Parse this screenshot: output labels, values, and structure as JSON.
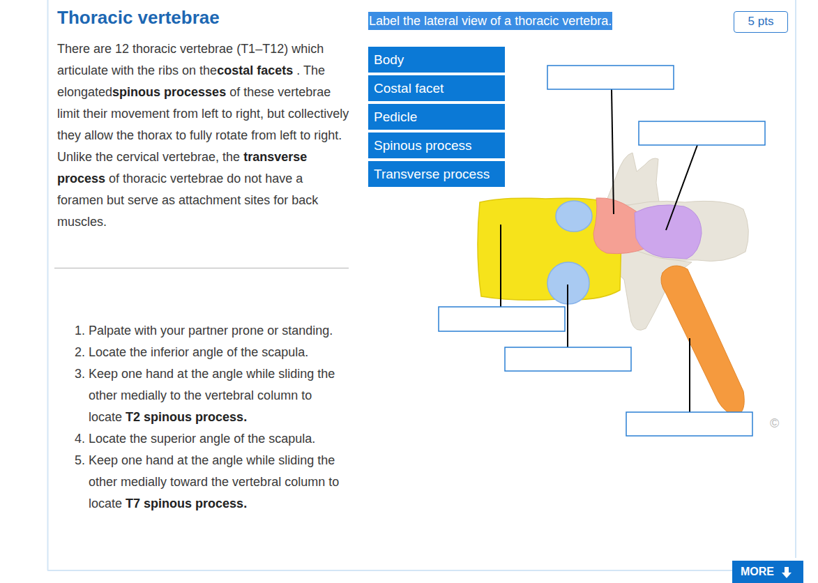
{
  "diagram": {
    "title": "Thoracic vertebrae",
    "nodes": [
      {
        "text": [
          "5 pts"
        ]
      },
      {
        "text": [
          "Body"
        ]
      },
      {
        "text": [
          "Costal facet"
        ]
      },
      {
        "text": [
          "Pedicle"
        ]
      },
      {
        "text": [
          "Spinous process"
        ]
      },
      {
        "text": [
          "Transverse process"
        ]
      },
      {
        "text": [
          "MORE"
        ]
      }
    ],
    "labels": [
      "Label the lateral view of a thoracic vertebra.",
      "There are 12 thoracic vertebrae (T1–T12) which articulate with the ribs on the",
      "costal facets",
      ". The elongated",
      "spinous processes",
      "of these vertebrae limit their movement from left to right, but collectively they allow the thorax to fully rotate from left to right. Unlike the cervical vertebrae, the",
      "transverse process",
      "of thoracic vertebrae do not have a foramen but serve as attachment sites for back muscles.",
      "1.",
      "Palpate with your partner prone or standing.",
      "2.",
      "Locate the inferior angle of the scapula.",
      "3.",
      "Keep one hand at the angle while sliding the other medially to the vertebral column to locate",
      "T2 spinous process.",
      "4.",
      "Locate the superior angle of the scapula.",
      "5.",
      "Keep one hand at the angle while sliding the other medially toward the vertebral column to locate",
      "T7 spinous process.",
      "©"
    ]
  }
}
